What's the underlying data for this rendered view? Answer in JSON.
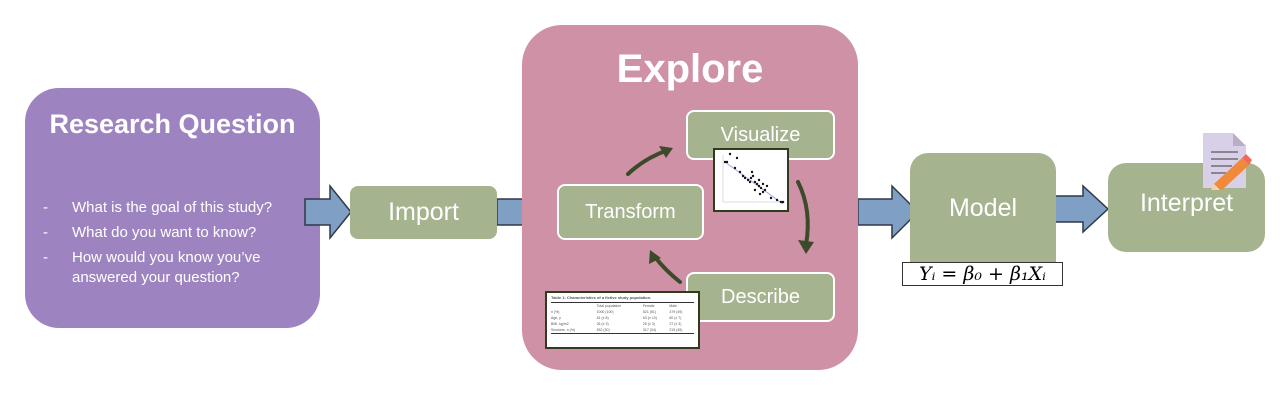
{
  "research_question": {
    "title": "Research Question",
    "bullets": [
      "What is the goal of this study?",
      "What do you want to know?",
      "How would you know you’ve answered your question?"
    ]
  },
  "steps": {
    "import": "Import",
    "explore": "Explore",
    "visualize": "Visualize",
    "transform": "Transform",
    "describe": "Describe",
    "model": "Model",
    "interpret": "Interpret"
  },
  "formula": "Yᵢ = β₀ + β₁Xᵢ",
  "table_thumbnail": {
    "caption": "Table 1: Characteristics of a fictive study population.",
    "headers": [
      "",
      "Total population",
      "Female",
      "Male"
    ],
    "rows": [
      [
        "n (%)",
        "1000 (100)",
        "521 (51)",
        "479 (49)"
      ],
      [
        "Age, y",
        "61 (± 8)",
        "63 (± 10)",
        "60 (± 7)"
      ],
      [
        "BMI, kg/m2",
        "26 (± 3)",
        "25 (± 3)",
        "27 (± 3)"
      ],
      [
        "Smokers, n (%)",
        "532 (30)",
        "317 (34)",
        "215 (45)"
      ]
    ]
  },
  "colors": {
    "research_question": "#9d84c0",
    "explore": "#cf91a5",
    "step": "#a5b38f",
    "arrow": "#7f9fc4",
    "curved_arrow": "#3d4a2a"
  },
  "icons": {
    "interpret": "document-pencil-icon"
  }
}
